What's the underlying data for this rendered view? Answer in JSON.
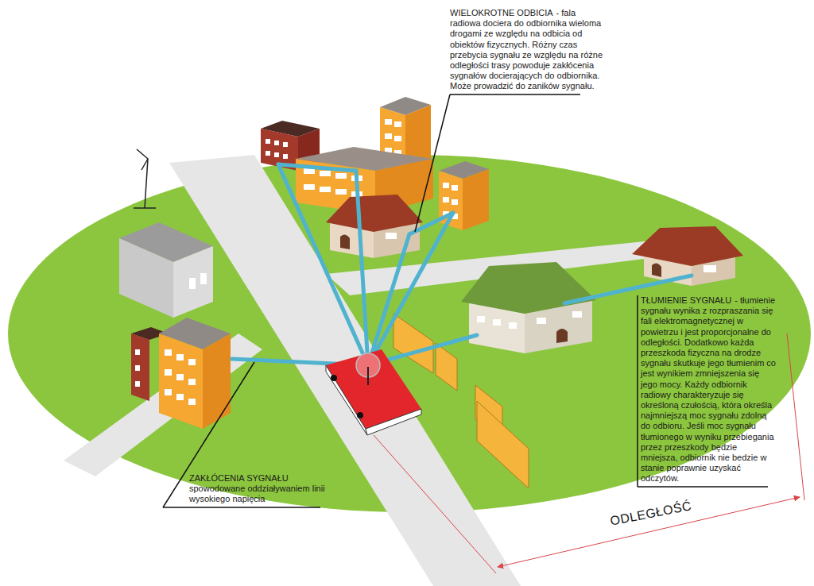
{
  "diagram": {
    "labels": [
      "WIELOKROTNE ODBICIA",
      "- fala radiowa dociera do odbiornika wieloma drogami ze względu na odbicia od obiektów fizycznych. Różny czas przebycia sygnału ze względu na różne odległości trasy powoduje zakłócenia sygnałów docierających do odbiornika. Może prowadzić do zaników sygnału.",
      "TŁUMIENIE SYGNAŁU",
      "- tłumienie sygnału wynika z rozpraszania się fali elektromagnetycznej w powietrzu i jest proporcjonalne do odległości. Dodatkowo każda przeszkoda fizyczna na drodze sygnału skutkuje jego tłumienim co jest wynikiem zmniejszenia się jego mocy. Każdy odbiornik radiowy charakteryzuje się określoną czułością, która określa najmniejszą moc sygnału zdolną do odbioru. Jeśli moc sygnału tłumionego w wyniku przebiegania przez przeszkody będzie mniejsza, odbiornik nie bedzie w stanie poprawnie uzyskać odczytów.",
      "ZAKŁÓCENIA SYGNAŁU",
      "spowodowane oddziaływaniem linii wysokiego napięcia",
      "ODLEGŁOŚĆ"
    ]
  }
}
